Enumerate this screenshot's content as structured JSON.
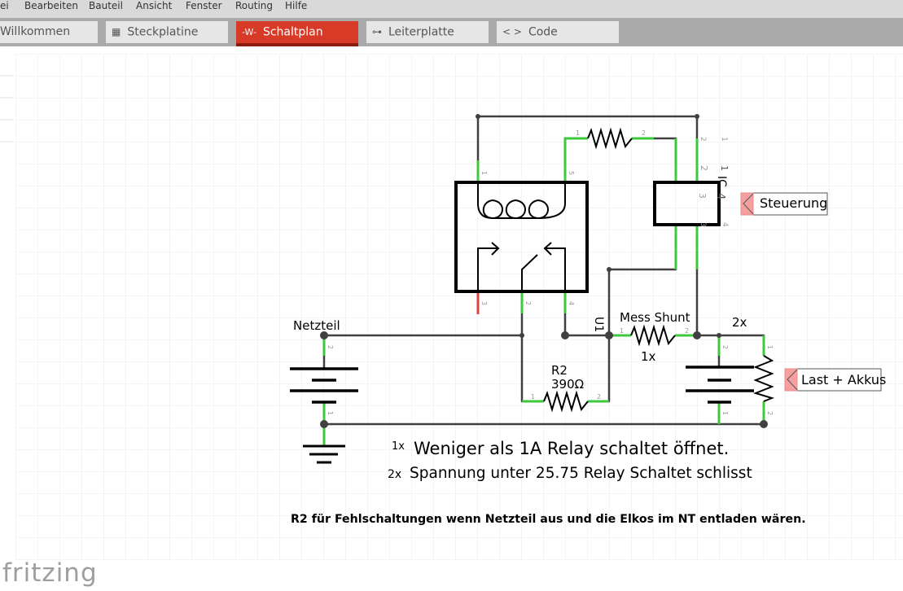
{
  "menu": {
    "items": [
      "ei",
      "Bearbeiten",
      "Bauteil",
      "Ansicht",
      "Fenster",
      "Routing",
      "Hilfe"
    ]
  },
  "tabs": [
    {
      "label": "Willkommen",
      "icon": "none",
      "active": false
    },
    {
      "label": "Steckplatine",
      "icon": "breadboard-icon",
      "active": false
    },
    {
      "label": "Schaltplan",
      "icon": "schematic-icon",
      "active": true
    },
    {
      "label": "Leiterplatte",
      "icon": "pcb-icon",
      "active": false
    },
    {
      "label": "Code",
      "icon": "code-icon",
      "active": false
    }
  ],
  "tab_icons": {
    "breadboard": "▦",
    "schematic": "-W-",
    "pcb": "⊶",
    "code": "< >"
  },
  "colors": {
    "accent": "#d73a27",
    "wire": "#404040",
    "connected": "#3ec83e",
    "unconnected": "#e04040",
    "netlabel_fill": "#f5a0a0",
    "grid": "#eef0f5"
  },
  "schematic": {
    "labels": {
      "netzteil": "Netzteil",
      "r2_name": "R2",
      "r2_value": "390Ω",
      "u1": "U1",
      "shunt": "Mess Shunt",
      "shunt_mult": "1x",
      "load_mult": "2x",
      "ic": "IC",
      "steuerung": "Steuerung",
      "last_akkus": "Last + Akkus"
    },
    "pins": {
      "relay": [
        "1",
        "5",
        "3",
        "2",
        "4"
      ],
      "resistor_top": [
        "1",
        "2"
      ],
      "ic": [
        "1",
        "2",
        "3",
        "4"
      ],
      "shunt": [
        "1",
        "2"
      ],
      "r2": [
        "1",
        "2"
      ],
      "battery_left": [
        "2",
        "1"
      ],
      "battery_right": [
        "2",
        "1"
      ],
      "load": [
        "1",
        "2"
      ]
    },
    "notes": {
      "note1_prefix": "1x",
      "note1": "Weniger als 1A Relay schaltet öffnet.",
      "note2_prefix": "2x",
      "note2": "Spannung unter 25.75 Relay Schaltet schlisst",
      "note3": "R2 für Fehlschaltungen wenn Netzteil aus und die Elkos im NT entladen wären."
    }
  },
  "footer": {
    "logo": "fritzing"
  }
}
